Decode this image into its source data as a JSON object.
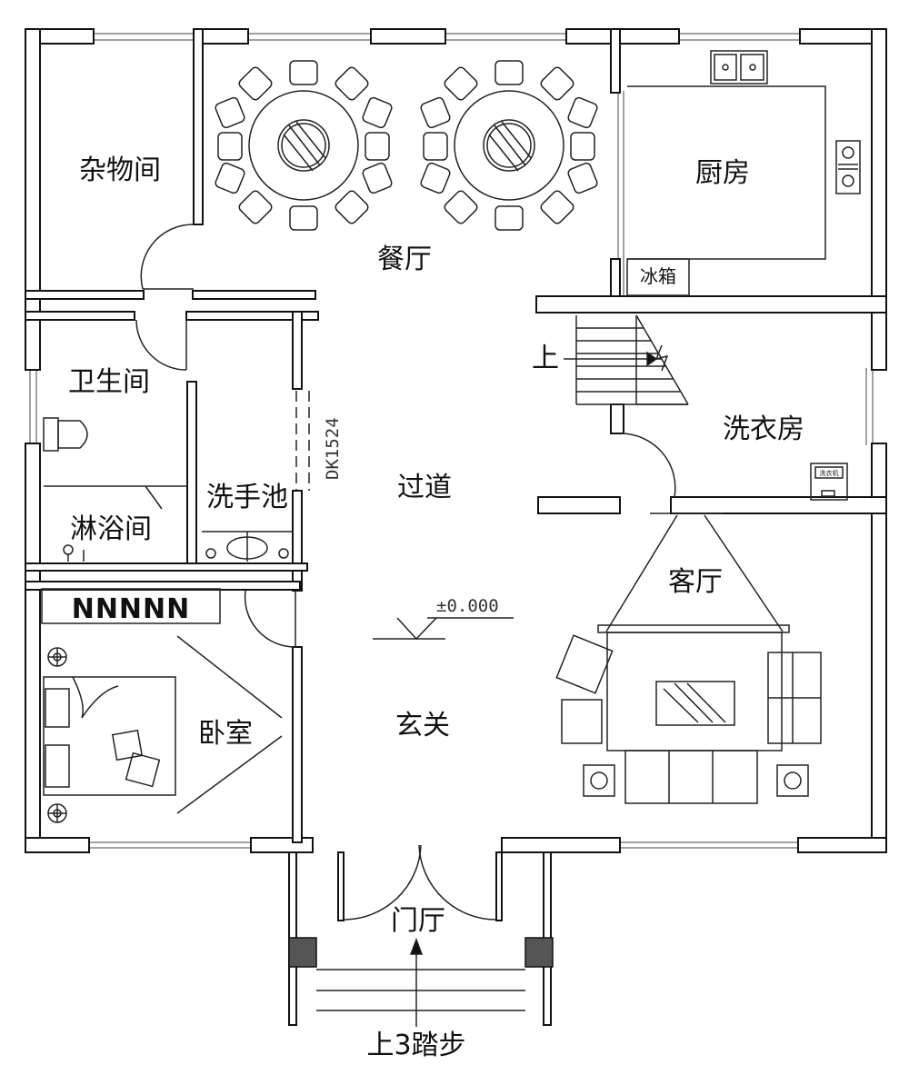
{
  "rooms": {
    "storage": "杂物间",
    "dining": "餐厅",
    "kitchen": "厨房",
    "fridge": "冰箱",
    "stair_up": "上",
    "bathroom": "卫生间",
    "shower": "淋浴间",
    "washbasin": "洗手池",
    "corridor": "过道",
    "laundry": "洗衣房",
    "living": "客厅",
    "foyer": "玄关",
    "bedroom": "卧室",
    "porch": "门厅",
    "steps": "上3踏步"
  },
  "annotations": {
    "door_code": "DK1524",
    "elevation": "±0.000",
    "wardrobe": "NNNNN",
    "washer_tag": "洗衣机"
  },
  "colors": {
    "wall": "#000000",
    "background": "#ffffff",
    "pillar": "#555555"
  }
}
